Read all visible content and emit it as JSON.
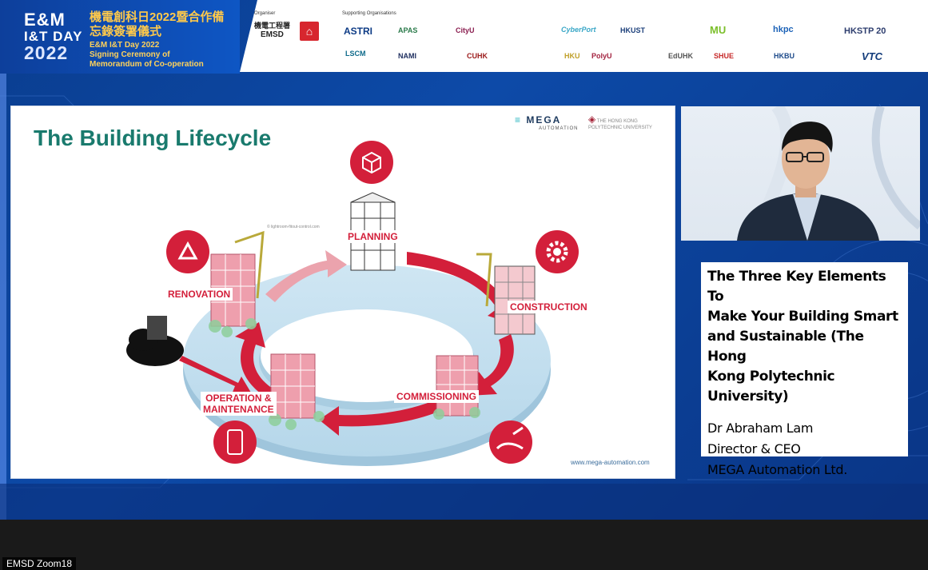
{
  "banner": {
    "em_logo_lines": [
      "E&M",
      "I&T DAY",
      "2022"
    ],
    "zh_title": "機電創科日2022暨合作備忘錄簽署儀式",
    "en_title_1": "E&M I&T Day 2022",
    "en_title_2": "Signing Ceremony of",
    "en_title_3": "Memorandum of Co-operation",
    "organiser_label": "Organiser",
    "organiser_name_zh": "機電工程署",
    "organiser_name": "EMSD",
    "supporting_label": "Supporting Organisations",
    "supporters_row1": [
      "ASTRI",
      "APAS",
      "CityU",
      "CyberPort",
      "HKUST",
      "MU",
      "hkpc",
      "HKSTP 20"
    ],
    "supporters_row2": [
      "LSCM",
      "NAMI",
      "CUHK",
      "HKU",
      "PolyU",
      "EdUHK",
      "SHUE",
      "HKBU",
      "VTC"
    ]
  },
  "slide": {
    "title": "The Building Lifecycle",
    "brand": "MEGA",
    "brand_sub": "AUTOMATION",
    "partner": "THE HONG KONG POLYTECHNIC UNIVERSITY",
    "url": "www.mega-automation.com",
    "small_note": "© lightroom-fitout-control.com",
    "stages": {
      "planning": "PLANNING",
      "construction": "CONSTRUCTION",
      "commissioning": "COMMISSIONING",
      "operation_1": "OPERATION &",
      "operation_2": "MAINTENANCE",
      "renovation": "RENOVATION"
    },
    "accent_color": "#d31f3a",
    "title_color": "#197a6d"
  },
  "caption": {
    "talk_title_lines": [
      "The Three Key Elements To",
      "Make Your Building Smart",
      "and Sustainable (The Hong",
      "Kong Polytechnic",
      "University)"
    ],
    "speaker": "Dr Abraham Lam",
    "role": "Director & CEO",
    "company": "MEGA Automation Ltd."
  },
  "participant_name": "EMSD Zoom18"
}
